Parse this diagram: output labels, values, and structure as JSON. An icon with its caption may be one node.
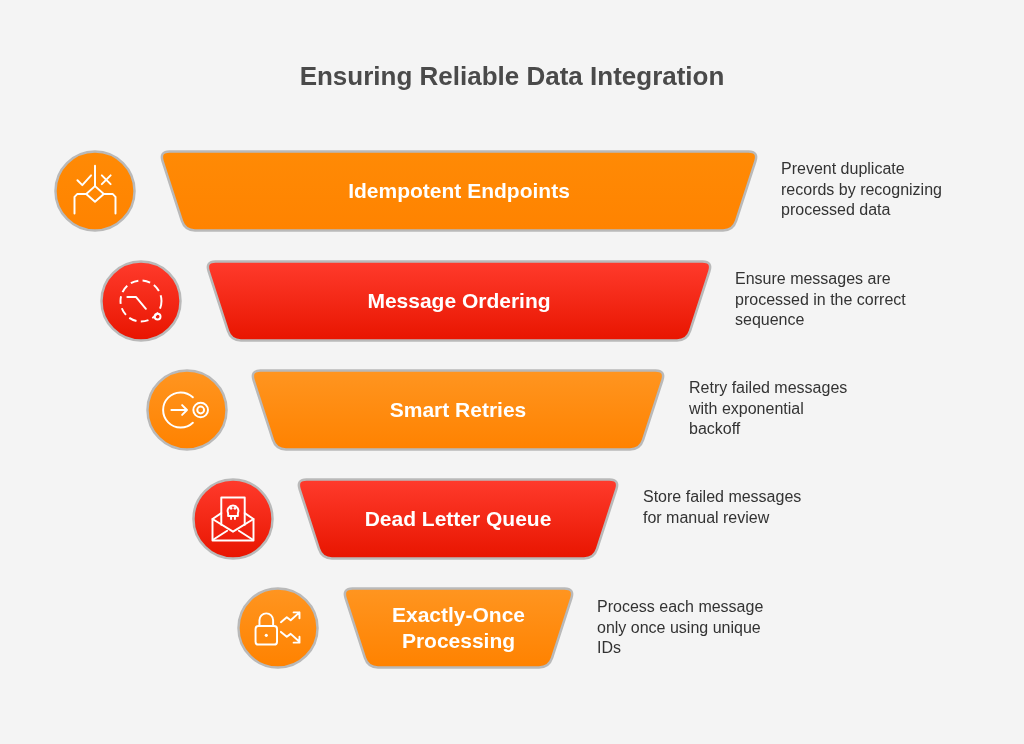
{
  "diagram": {
    "title": "Ensuring Reliable Data Integration",
    "nodes": [
      {
        "text": [
          "Idempotent Endpoints"
        ],
        "beside": [
          "Prevent duplicate records by recognizing processed data"
        ]
      },
      {
        "text": [
          "Message Ordering"
        ],
        "beside": [
          "Ensure messages are processed in the correct sequence"
        ]
      },
      {
        "text": [
          "Smart Retries"
        ],
        "beside": [
          "Retry failed messages with exponential backoff"
        ]
      },
      {
        "text": [
          "Dead Letter Queue"
        ],
        "beside": [
          "Store failed messages for manual review"
        ]
      },
      {
        "text": [
          "Exactly-Once Processing"
        ],
        "beside": [
          "Process each message only once using unique IDs"
        ]
      }
    ]
  }
}
